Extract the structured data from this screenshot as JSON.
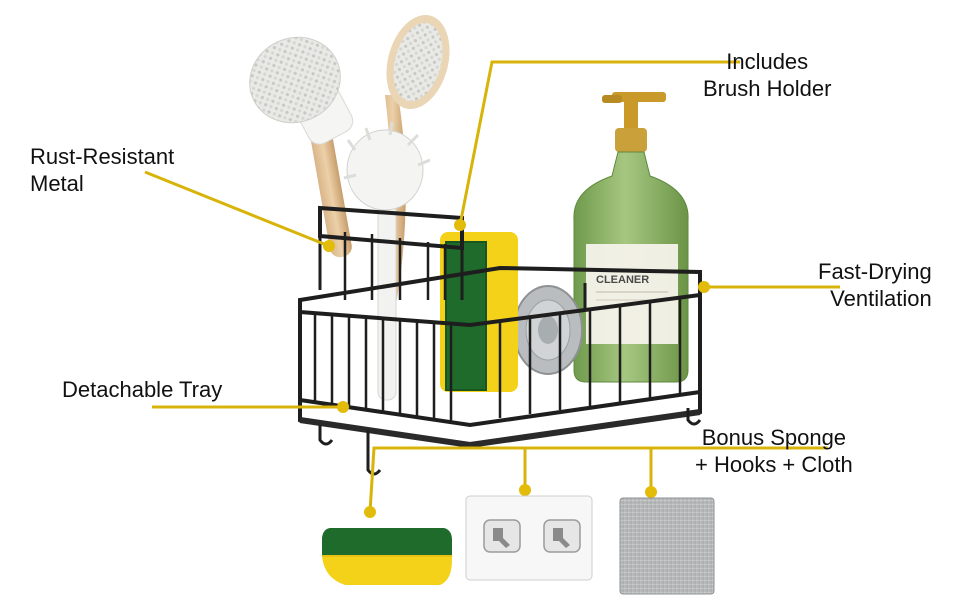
{
  "callouts": {
    "rust_resistant": {
      "line1": "Rust-Resistant",
      "line2": "Metal"
    },
    "brush_holder": {
      "line1": "Includes",
      "line2": "Brush Holder"
    },
    "fast_drying": {
      "line1": "Fast-Drying",
      "line2": "Ventilation"
    },
    "detachable_tray": {
      "line1": "Detachable Tray"
    },
    "bonus": {
      "line1": "Bonus Sponge",
      "line2": "+ Hooks + Cloth"
    }
  },
  "soap_bottle": {
    "label": "CLEANER"
  },
  "colors": {
    "callout_line": "#d8b40a",
    "rack_metal": "#1e1e1e",
    "sponge_yellow": "#f4d21a",
    "sponge_green": "#1f6b2c",
    "bottle_green": "#8fb46a",
    "pump_gold": "#c99a2a",
    "cloth_gray": "#b9bcbd"
  },
  "icons": [
    "sponge-icon",
    "adhesive-hooks-icon",
    "dish-cloth-icon"
  ]
}
